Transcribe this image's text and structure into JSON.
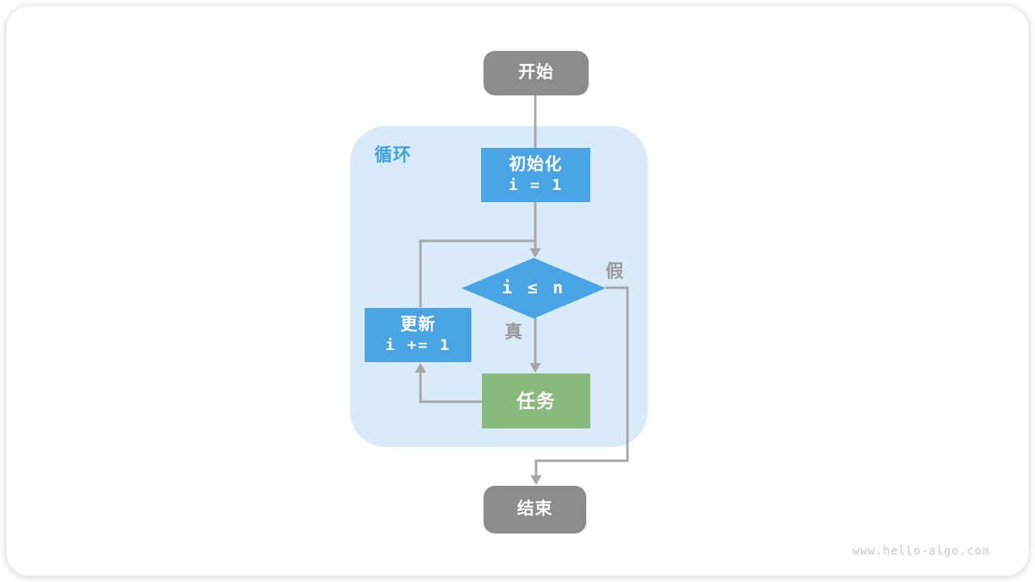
{
  "page": {
    "watermark": "www.hello-algo.com"
  },
  "flowchart": {
    "start": "开始",
    "loop_region_label": "循环",
    "init_title": "初始化",
    "init_code": "i = 1",
    "condition_code": "i ≤ n",
    "branch_true": "真",
    "branch_false": "假",
    "update_title": "更新",
    "update_code": "i += 1",
    "task": "任务",
    "end": "结束"
  },
  "colors": {
    "node_blue": "#49a4e6",
    "loop_region_bg": "#d9eafa",
    "loop_label_blue": "#3fa0e4",
    "node_green": "#88ba7e",
    "node_gray": "#8c8c8c",
    "connector_gray": "#a6a6a6",
    "branch_label_gray": "#999999",
    "watermark_gray": "#c8c8c8"
  }
}
